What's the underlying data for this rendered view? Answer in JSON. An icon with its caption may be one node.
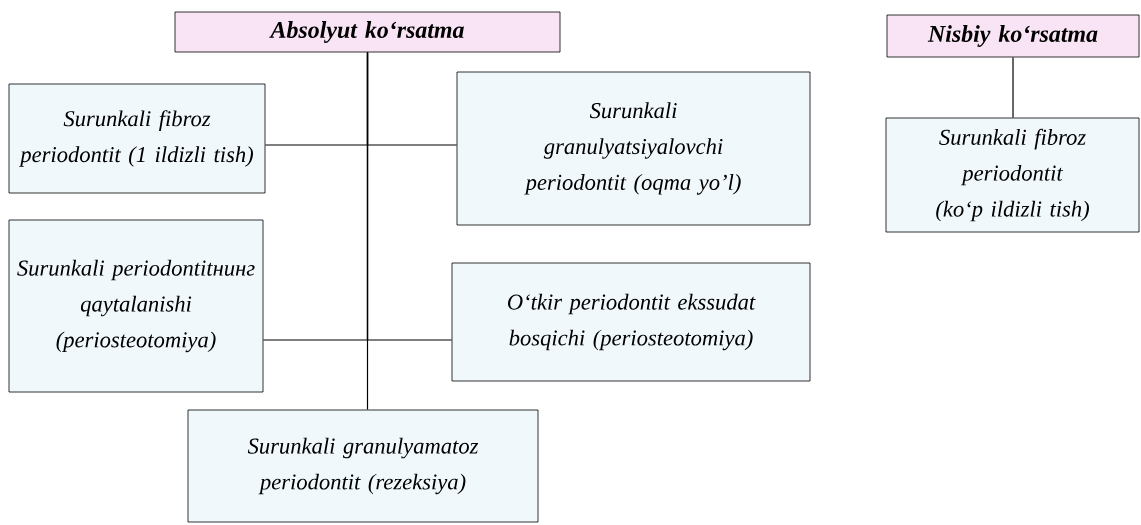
{
  "diagram": {
    "nodes": [
      {
        "text": [
          "Absolyut ko‘rsatma"
        ]
      },
      {
        "text": [
          "Surunkali fibroz periodontit (1 ildizli tish)"
        ]
      },
      {
        "text": [
          "Surunkali granulyatsiyalovchi periodontit (oqma yo’l)"
        ]
      },
      {
        "text": [
          "Surunkali periodontitнинг qaytalanishi (periosteotomiya)"
        ]
      },
      {
        "text": [
          "O‘tkir periodontit ekssudat bosqichi (periosteotomiya)"
        ]
      },
      {
        "text": [
          "Surunkali granulyamatoz periodontit (rezeksiya)"
        ]
      },
      {
        "text": [
          "Nisbiy ko‘rsatma"
        ]
      },
      {
        "text": [
          "Surunkali fibroz periodontit (ko‘p ildizli tish)"
        ]
      }
    ],
    "edges": [
      {
        "from": 0,
        "to": 1,
        "arrow": "none"
      },
      {
        "from": 0,
        "to": 2,
        "arrow": "none"
      },
      {
        "from": 0,
        "to": 3,
        "arrow": "none"
      },
      {
        "from": 0,
        "to": 4,
        "arrow": "none"
      },
      {
        "from": 0,
        "to": 5,
        "arrow": "none"
      },
      {
        "from": 6,
        "to": 7,
        "arrow": "none"
      }
    ]
  }
}
